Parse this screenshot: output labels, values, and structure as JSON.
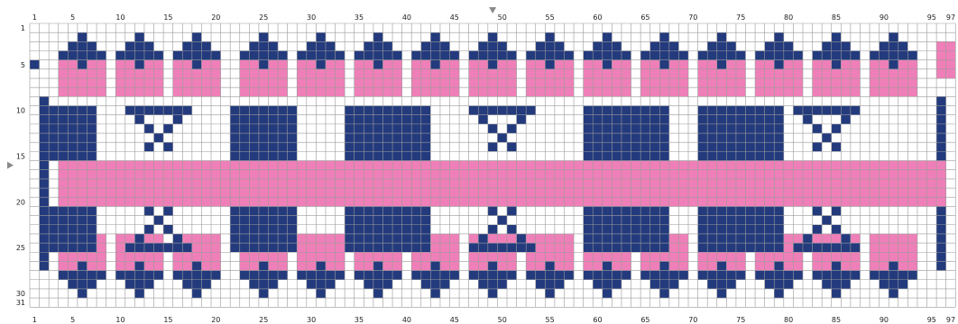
{
  "pattern": {
    "colors": {
      "navy": "#233a7d",
      "pink": "#ef7fb8",
      "background": "#ffffff",
      "grid": "#9a9a9a"
    },
    "columns": 97,
    "rows": 31,
    "column_labels": [
      "1",
      "5",
      "10",
      "15",
      "20",
      "25",
      "30",
      "35",
      "40",
      "45",
      "50",
      "55",
      "60",
      "65",
      "70",
      "75",
      "80",
      "85",
      "90",
      "95",
      "97"
    ],
    "row_labels": [
      "1",
      "5",
      "10",
      "15",
      "20",
      "25",
      "30",
      "31"
    ],
    "center_markers": {
      "column": "49",
      "row": "16"
    }
  }
}
